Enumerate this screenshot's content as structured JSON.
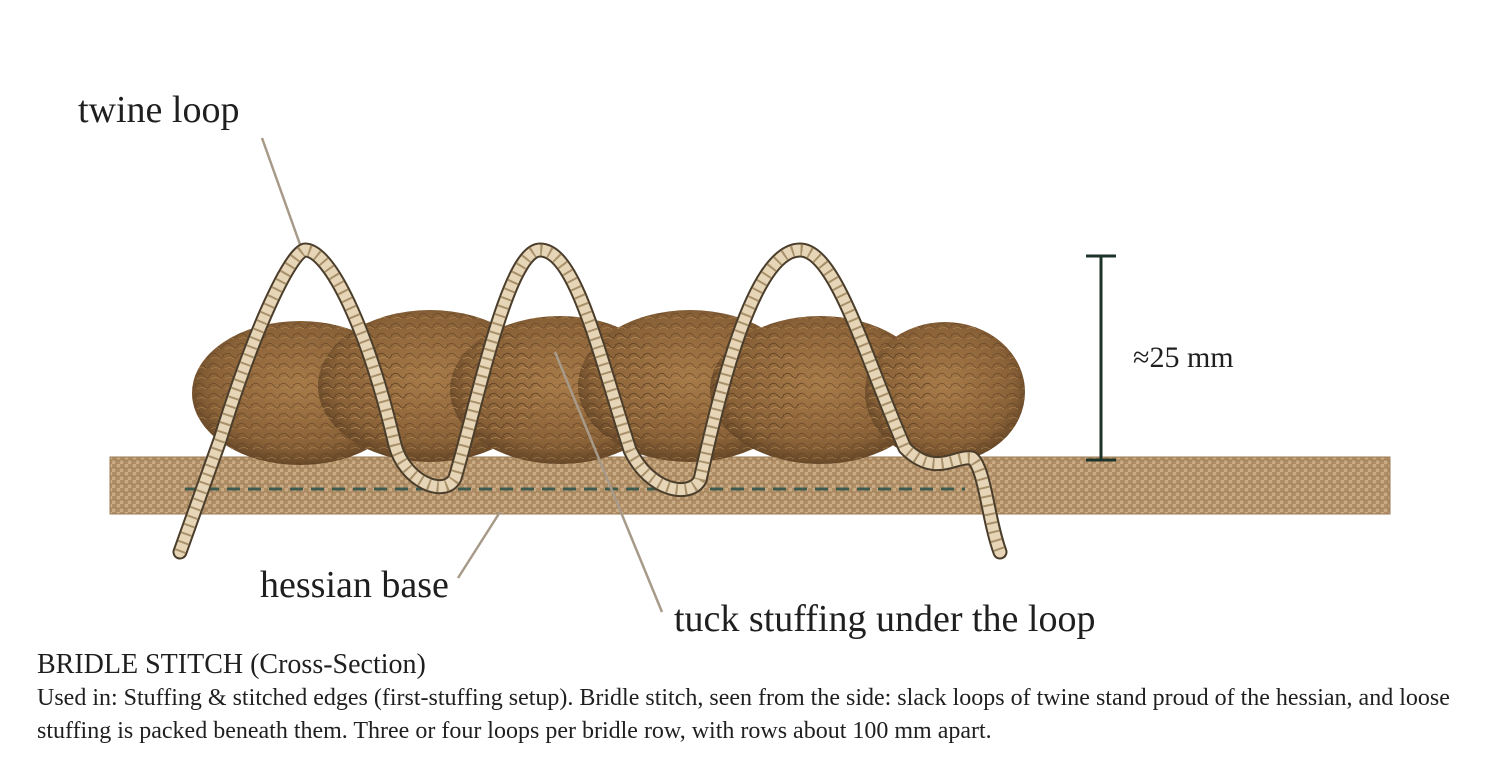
{
  "labels": {
    "twine_loop": "twine loop",
    "hessian_base": "hessian base",
    "tuck_stuffing": "tuck stuffing under the loop",
    "height_dimension": "≈25 mm"
  },
  "caption": {
    "title": "BRIDLE STITCH (Cross-Section)",
    "body": "Used in: Stuffing & stitched edges (first-stuffing setup). Bridle stitch, seen from the side: slack loops of twine stand proud of the hessian, and loose stuffing is packed beneath them. Three or four loops per bridle row, with rows about 100 mm apart."
  },
  "colors": {
    "hessian": "#c7a77e",
    "hessian_weave": "#9a7a55",
    "stuffing": "#8a6238",
    "stuffing_dark": "#5a3e22",
    "twine": "#e6d5b6",
    "twine_outline": "#5b4c36",
    "stitch_line": "#3d5a4f",
    "dimension": "#1d3329",
    "leader": "#a89a88"
  }
}
